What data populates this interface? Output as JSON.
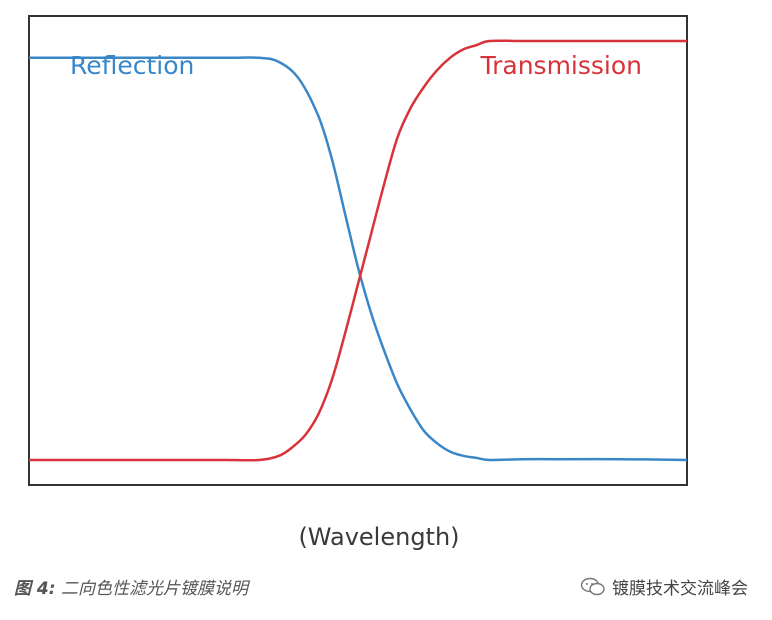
{
  "chart_data": {
    "type": "line",
    "title": "",
    "xlabel": "(Wavelength)",
    "ylabel": "",
    "xlim": [
      0,
      100
    ],
    "ylim": [
      0,
      100
    ],
    "grid": false,
    "series": [
      {
        "name": "Reflection",
        "color": "#3a87c8",
        "x": [
          0,
          10,
          20,
          30,
          35,
          38,
          41,
          44,
          46,
          48,
          50,
          52,
          54,
          56,
          58,
          60,
          62,
          64,
          66,
          68,
          70,
          75,
          80,
          90,
          100
        ],
        "y": [
          96,
          96,
          96,
          96,
          96,
          95,
          91,
          82,
          72,
          59,
          46,
          35,
          26,
          18,
          12,
          7,
          4,
          2,
          1,
          0.5,
          0,
          0.2,
          0.2,
          0.2,
          0
        ]
      },
      {
        "name": "Transmission",
        "color": "#d8333a",
        "x": [
          0,
          10,
          20,
          30,
          35,
          38,
          40,
          42,
          44,
          46,
          48,
          50,
          52,
          54,
          56,
          58,
          60,
          62,
          64,
          66,
          68,
          70,
          75,
          80,
          90,
          100
        ],
        "y": [
          0,
          0,
          0,
          0,
          0,
          1,
          3,
          6,
          11,
          19,
          30,
          42,
          54,
          66,
          77,
          84,
          89,
          93,
          96,
          98,
          99,
          100,
          100,
          100,
          100,
          100
        ]
      }
    ]
  },
  "caption": {
    "figure_number": "图 4:",
    "text": "二向色性滤光片镀膜说明"
  },
  "watermark": {
    "text": "镀膜技术交流峰会",
    "icon": "wechat-icon"
  }
}
